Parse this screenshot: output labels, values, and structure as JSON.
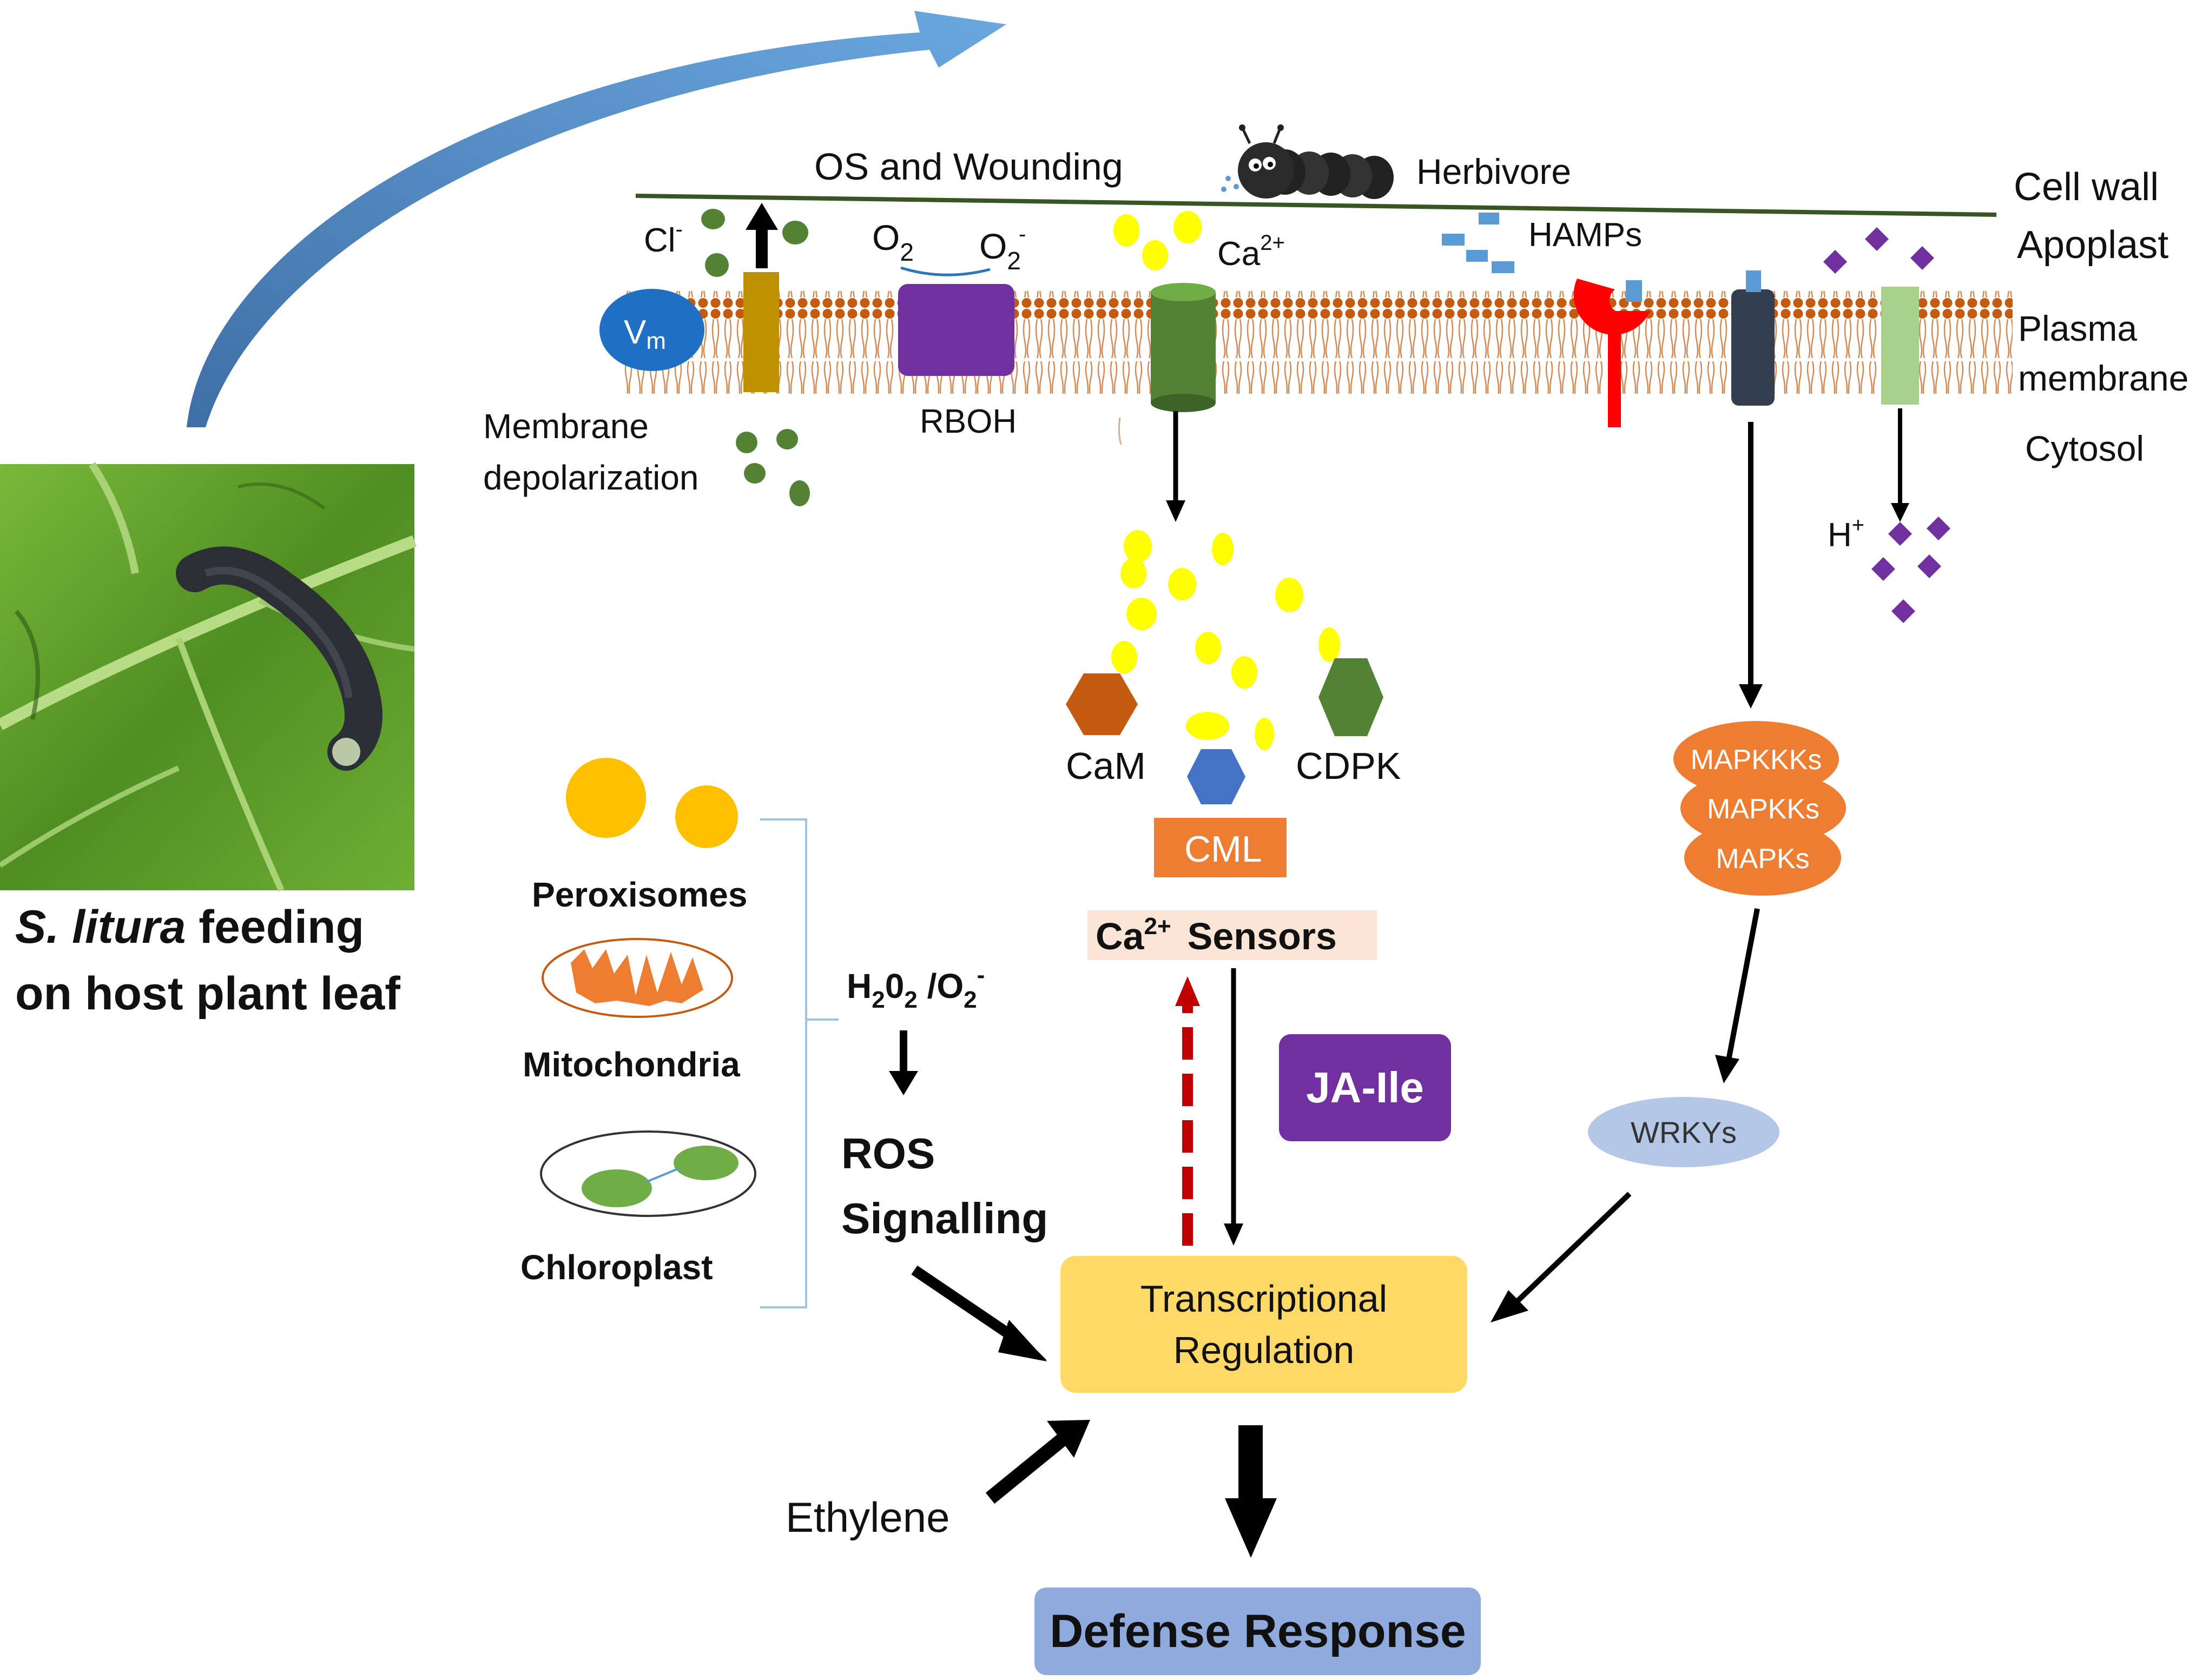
{
  "labels": {
    "os_wounding": "OS and Wounding",
    "herbivore": "Herbivore",
    "cell_wall": "Cell wall",
    "apoplast": "Apoplast",
    "plasma": "Plasma",
    "membrane": "membrane",
    "cytosol": "Cytosol",
    "cl": "Cl",
    "cl_sup": "-",
    "vm_v": "V",
    "vm_m": "m",
    "membrane_depolarization_1": "Membrane",
    "membrane_depolarization_2": "depolarization",
    "o2": "O",
    "o2_sub": "2",
    "o2minus": "O",
    "o2minus_sub": "2",
    "o2minus_sup": "-",
    "rboh": "RBOH",
    "ca": "Ca",
    "ca_sup": "2+",
    "hamps": "HAMPs",
    "h": "H",
    "h_sup": "+",
    "cam": "CaM",
    "cdpk": "CDPK",
    "cml": "CML",
    "ca_sensors_ca": "Ca",
    "ca_sensors_sup": "2+",
    "ca_sensors_word": "Sensors",
    "mapkkks": "MAPKKKs",
    "mapkks": "MAPKKs",
    "mapks": "MAPKs",
    "wrkys": "WRKYs",
    "ja_ile": "JA-Ile",
    "peroxisomes": "Peroxisomes",
    "mitochondria": "Mitochondria",
    "chloroplast": "Chloroplast",
    "h2o2_h": "H",
    "h2o2_sub1": "2",
    "h2o2_o": "0",
    "h2o2_sub2": "2",
    "h2o2_slash": " /O",
    "h2o2_sub3": "2",
    "h2o2_sup": "-",
    "ros": "ROS",
    "signalling": "Signalling",
    "transcriptional": "Transcriptional",
    "regulation": "Regulation",
    "ethylene": "Ethylene",
    "defense_response": "Defense Response",
    "caption_species": "S. litura",
    "caption_feeding": " feeding",
    "caption_line2": "on host plant leaf"
  },
  "colors": {
    "cell_wall_line": "#375623",
    "lipid_head": "#C55A11",
    "calcium": "#FFFF00",
    "vm_blue": "#1F6FC5",
    "rboh_purple": "#7030A0",
    "channel_green": "#548235",
    "cam_orange": "#C55A11",
    "cdpk_green": "#548235",
    "cml_blue": "#4472C4",
    "cml_box": "#ED7D31",
    "ca_sensors_bg": "#FBE5D6",
    "mapk_orange": "#ED7D31",
    "wrky_blue": "#B4C7E7",
    "ja_purple": "#7030A0",
    "transcription_yellow": "#FFD966",
    "defense_blue": "#8FAADC",
    "peroxisome_gold": "#FFC000",
    "red_dashed": "#C00000",
    "arrow_blue": "#4A86C5"
  }
}
